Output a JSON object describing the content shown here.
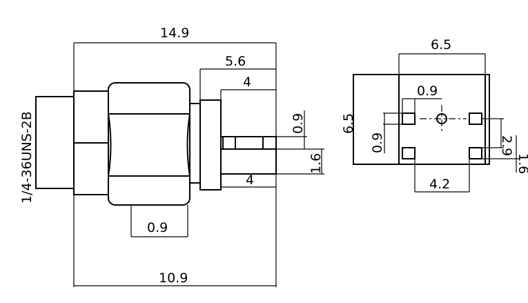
{
  "side_view": {
    "thread_spec": "1/4-36UNS-2B",
    "dim_overall_length": "14.9",
    "dim_flange_to_tip": "5.6",
    "dim_pin_length_top": "4",
    "dim_pin_length_bottom": "4",
    "dim_pin_step": "0.9",
    "dim_pin_diameter": "1.6",
    "dim_hex_offset": "0.9",
    "dim_body_length": "10.9"
  },
  "end_view": {
    "dim_width": "6.5",
    "dim_height": "6.5",
    "dim_pad_width": "0.9",
    "dim_pad_height": "0.9",
    "dim_pad_pitch": "4.2",
    "dim_pad_offset": "2.9",
    "dim_pad_inner": "1.6"
  }
}
